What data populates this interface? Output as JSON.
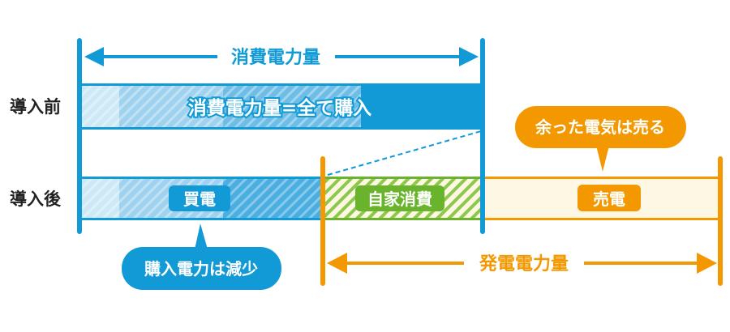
{
  "rows": {
    "before": "導入前",
    "after": "導入後"
  },
  "consumption": {
    "label": "消費電力量",
    "bar_before_label": "消費電力量=全て購入"
  },
  "after_segments": {
    "bought": "買電",
    "self_consumption": "自家消費",
    "sold": "売電"
  },
  "generation": {
    "label": "発電電力量"
  },
  "callouts": {
    "purchase_decrease": "購入電力は減少",
    "sell_surplus": "余った電気は売る"
  },
  "colors": {
    "blue": "#129ad6",
    "orange": "#f39800",
    "green": "#6ab42d",
    "cream": "#fdf7e4",
    "text": "#222222"
  }
}
